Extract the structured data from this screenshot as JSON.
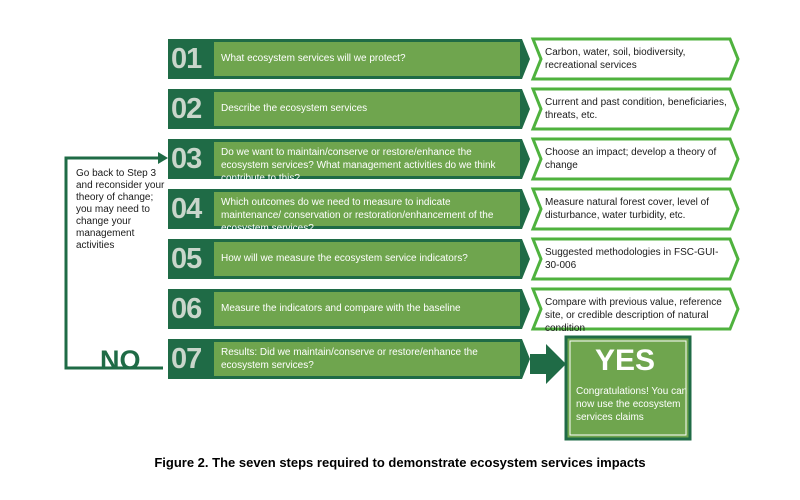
{
  "steps": [
    {
      "number": "01",
      "question": "What ecosystem services will we protect?",
      "guidance": "Carbon, water, soil, biodiversity, recreational services"
    },
    {
      "number": "02",
      "question": "Describe the ecosystem services",
      "guidance": "Current and past condition, beneficiaries, threats, etc."
    },
    {
      "number": "03",
      "question": "Do we want to maintain/conserve or restore/enhance the ecosystem services? What management activities do we think contribute to this?",
      "guidance": "Choose an impact; develop a theory of change"
    },
    {
      "number": "04",
      "question": "Which outcomes do we need to measure to indicate maintenance/ conservation or restoration/enhancement of the ecosystem services?",
      "guidance": "Measure natural forest cover, level of disturbance, water turbidity, etc."
    },
    {
      "number": "05",
      "question": "How will we measure the ecosystem service indicators?",
      "guidance": "Suggested methodologies in FSC-GUI-30-006"
    },
    {
      "number": "06",
      "question": "Measure the indicators and compare with the baseline",
      "guidance": "Compare with previous value, reference site, or credible description of natural condition"
    },
    {
      "number": "07",
      "question": "Results: Did we maintain/conserve or restore/enhance the ecosystem services?",
      "guidance": ""
    }
  ],
  "loop": {
    "no_label": "NO",
    "note": "Go back to Step 3 and reconsider your theory of change; you may need to change your management activities"
  },
  "outcome": {
    "yes_label": "YES",
    "message": "Congratulations! You can now use the ecosystem services claims"
  },
  "caption": "Figure 2. The seven steps required to demonstrate ecosystem services impacts",
  "colors": {
    "dark_green": "#1f6b46",
    "mid_green": "#6fa54e",
    "light_green": "#4fb23e",
    "number_gray": "#c9d6cb"
  }
}
